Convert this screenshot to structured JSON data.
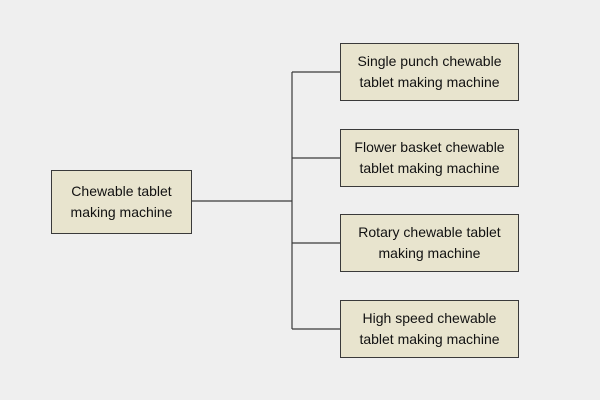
{
  "root": {
    "label": "Chewable tablet\nmaking machine"
  },
  "children": [
    {
      "label": "Single punch chewable\ntablet making machine"
    },
    {
      "label": "Flower basket chewable\ntablet making machine"
    },
    {
      "label": "Rotary chewable tablet\nmaking machine"
    },
    {
      "label": "High speed chewable\ntablet making machine"
    }
  ],
  "colors": {
    "background": "#efefef",
    "node_fill": "#e8e4ce",
    "node_border": "#3a3a3a",
    "connector": "#3a3a3a"
  }
}
